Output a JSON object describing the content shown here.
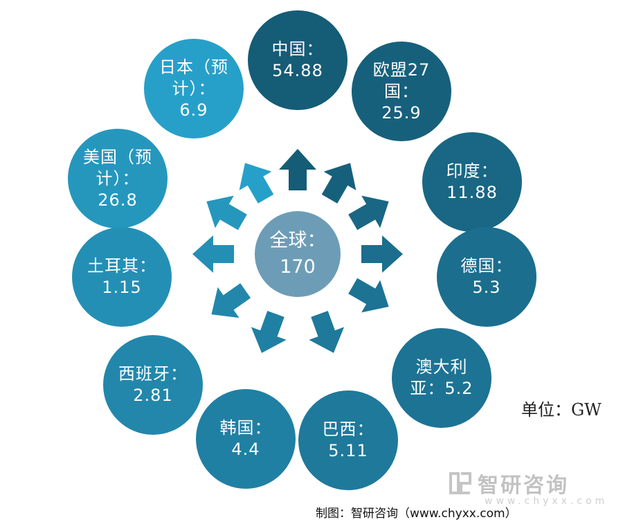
{
  "center": {
    "label": "全球：\n170",
    "color": "#6d9db6"
  },
  "nodes": [
    {
      "id": "china",
      "label": "中国：\n54.88",
      "color": "#155c76"
    },
    {
      "id": "eu27",
      "label": "欧盟27\n国：\n25.9",
      "color": "#17607c"
    },
    {
      "id": "india",
      "label": "印度：\n11.88",
      "color": "#196784"
    },
    {
      "id": "germany",
      "label": "德国：\n5.3",
      "color": "#1b6e8d"
    },
    {
      "id": "australia",
      "label": "澳大利\n亚：5.2",
      "color": "#1d7394"
    },
    {
      "id": "brazil",
      "label": "巴西：\n5.11",
      "color": "#1f799b"
    },
    {
      "id": "korea",
      "label": "韩国：\n4.4",
      "color": "#2080a3"
    },
    {
      "id": "spain",
      "label": "西班牙：\n2.81",
      "color": "#2287ab"
    },
    {
      "id": "turkey",
      "label": "土耳其：\n1.15",
      "color": "#248fb4"
    },
    {
      "id": "usa",
      "label": "美国（预\n计）：\n26.8",
      "color": "#2597bd"
    },
    {
      "id": "japan",
      "label": "日本（预\n计）：\n6.9",
      "color": "#27a0c9"
    }
  ],
  "unit": "单位：GW",
  "watermark": {
    "logo": "chyxx-logo",
    "name": "智研咨询",
    "url": "www.chyxx.com"
  },
  "source": "制图：智研咨询（www.chyxx.com）"
}
